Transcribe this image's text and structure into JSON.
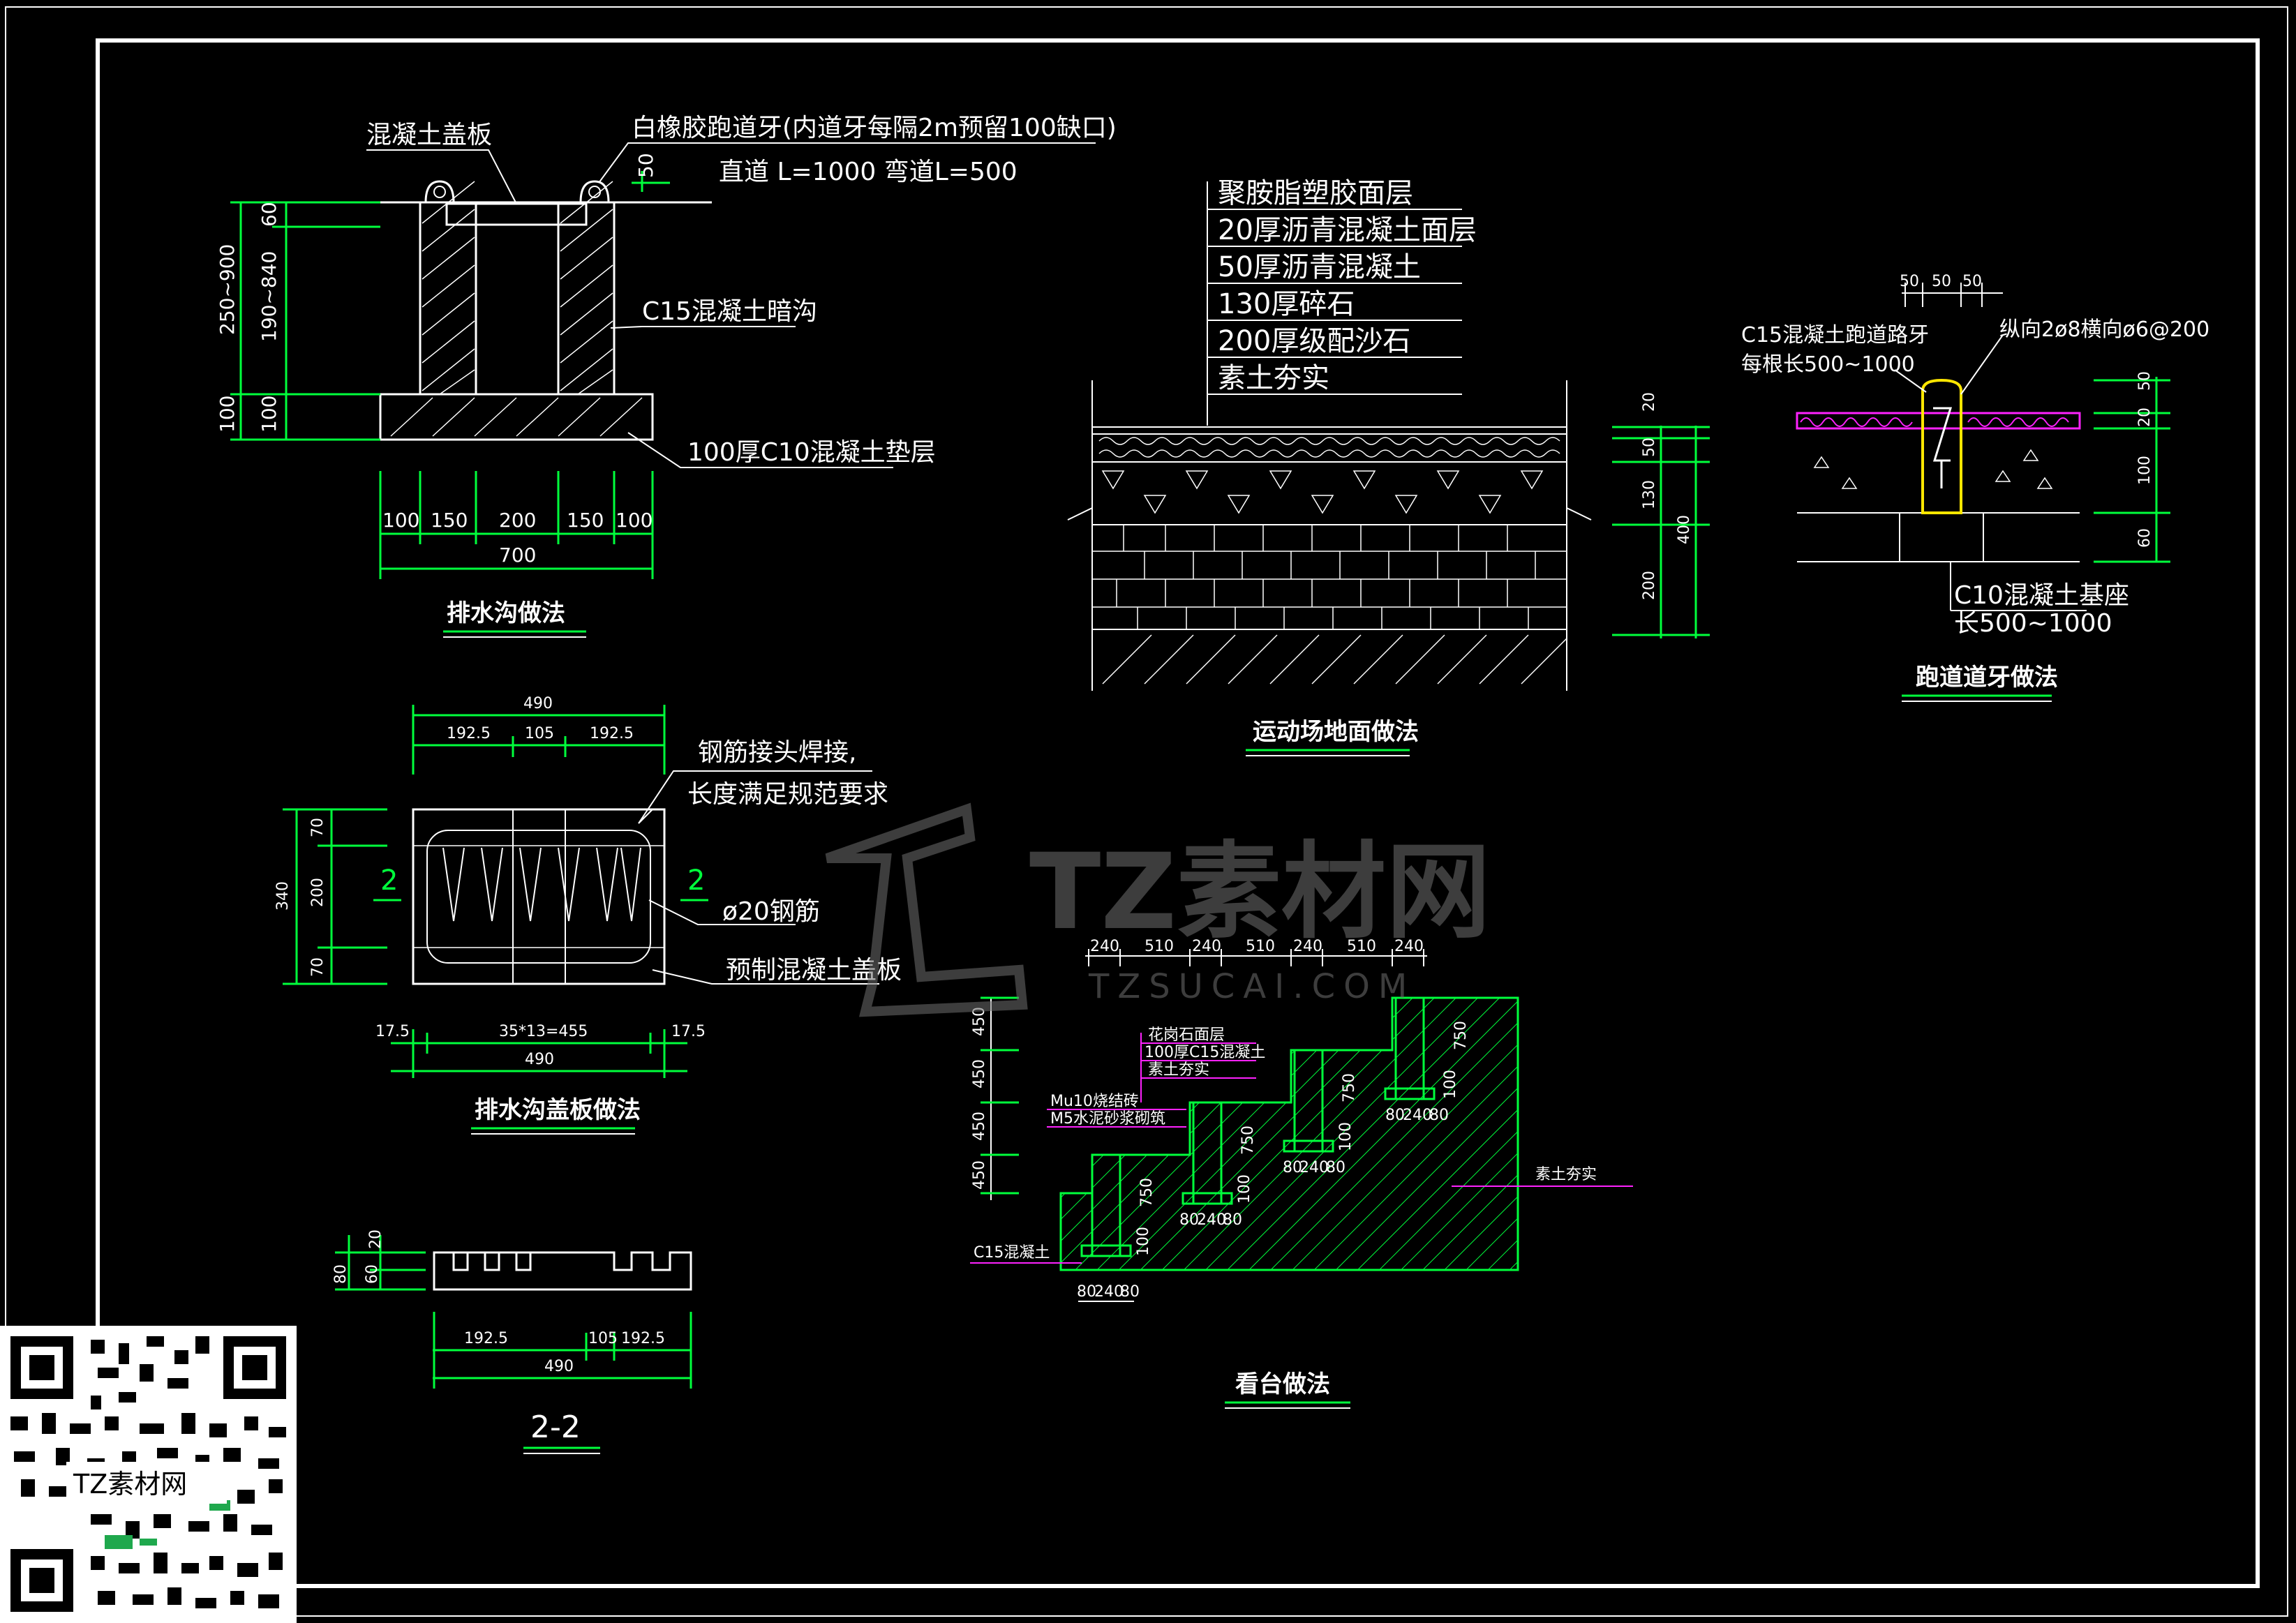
{
  "titles": {
    "ditch": "排水沟做法",
    "ditch_cover": "排水沟盖板做法",
    "section": "2-2",
    "ground": "运动场地面做法",
    "curb": "跑道道牙做法",
    "stand": "看台做法"
  },
  "ditch": {
    "label_cover": "混凝土盖板",
    "label_curb": "白橡胶跑道牙(内道牙每隔2m预留100缺口)",
    "label_curb_len": "直道 L=1000 弯道L=500",
    "label_channel": "C15混凝土暗沟",
    "label_base": "100厚C10混凝土垫层",
    "dim_top": "50",
    "dims_left": [
      "60",
      "190~840",
      "100",
      "250~900",
      "100"
    ],
    "dims_bottom": [
      "100",
      "150",
      "200",
      "150",
      "100"
    ],
    "dim_total": "700"
  },
  "cover": {
    "label_weld1": "钢筋接头焊接,",
    "label_weld2": "长度满足规范要求",
    "label_rebar": "ø20钢筋",
    "label_precast": "预制混凝土盖板",
    "dim_top_total": "490",
    "dims_top": [
      "192.5",
      "105",
      "192.5"
    ],
    "dims_left": [
      "70",
      "200",
      "70"
    ],
    "dim_left_total": "340",
    "dims_bottom": [
      "17.5",
      "35*13=455",
      "17.5"
    ],
    "dim_bottom_total": "490",
    "section_mark": "2"
  },
  "section22": {
    "dims_left": [
      "20",
      "60",
      "80"
    ],
    "dims_bottom": [
      "192.5",
      "105",
      "192.5"
    ],
    "dim_total": "490"
  },
  "ground": {
    "layers": [
      "聚胺脂塑胶面层",
      "20厚沥青混凝土面层",
      "50厚沥青混凝土",
      "130厚碎石",
      "200厚级配沙石",
      "素土夯实"
    ],
    "dims_right": [
      "20",
      "50",
      "130",
      "200"
    ],
    "dim_total": "400"
  },
  "curb": {
    "label_curb1": "C15混凝土跑道路牙",
    "label_curb2": "每根长500~1000",
    "label_rebar": "纵向2ø8横向ø6@200",
    "dims_top": [
      "50",
      "50",
      "50"
    ],
    "dims_right": [
      "50",
      "20",
      "100",
      "60"
    ],
    "label_base1": "C10混凝土基座",
    "label_base2": "长500~1000"
  },
  "stand": {
    "dims_top": [
      "240",
      "510",
      "240",
      "510",
      "240",
      "510",
      "240"
    ],
    "dims_left": [
      "450",
      "450",
      "450",
      "450"
    ],
    "label_granite": "花岗石面层",
    "label_c15": "100厚C15混凝土",
    "label_soil": "素土夯实",
    "label_brick": "Mu10烧结砖",
    "label_mortar": "M5水泥砂浆砌筑",
    "label_soil_right": "素土夯实",
    "label_c15_base": "C15混凝土",
    "dim_750": "750",
    "dim_100": "100",
    "dims_footing": [
      "80",
      "240",
      "80"
    ]
  },
  "watermark": {
    "brand": "TZ素材网",
    "site": "TZSUCAI.COM",
    "qr_label": "TZ素材网"
  }
}
